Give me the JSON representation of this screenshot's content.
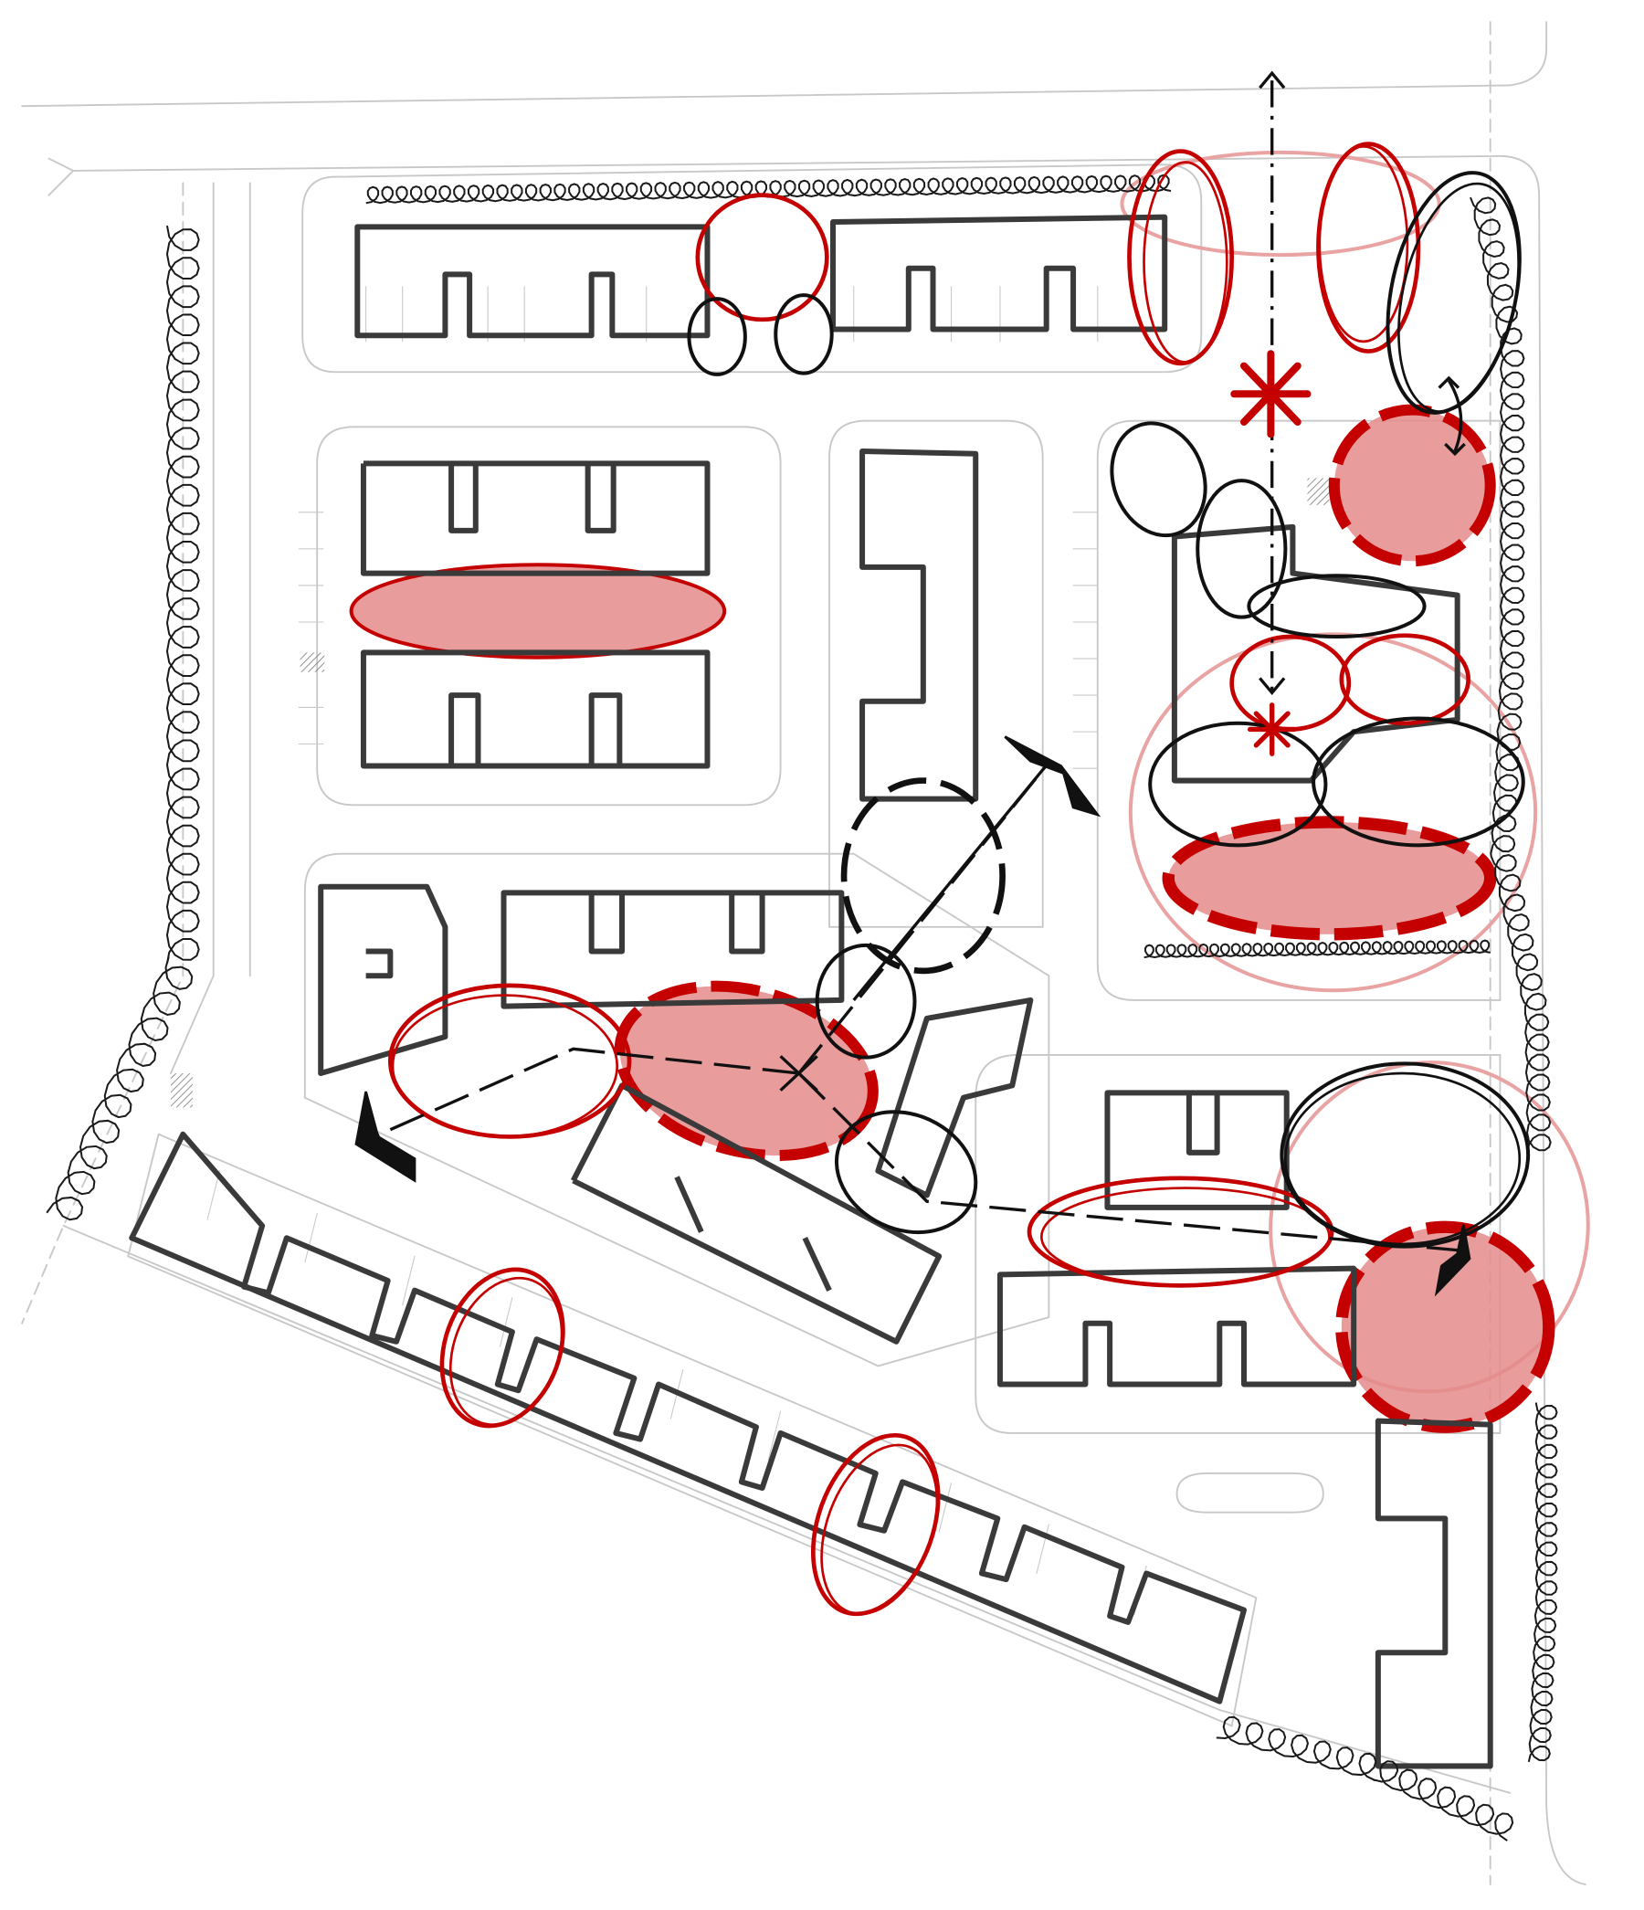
{
  "diagram": {
    "kind": "site-plan-diagram",
    "colors": {
      "background": "#ffffff",
      "context_lines": "#c8c8c8",
      "building_outline": "#3a3a3a",
      "hedge": "#1a1a1a",
      "accent_red": "#c40000",
      "accent_fill": "#e48b8b",
      "accent_faint": "#e9a3a3",
      "marker_black": "#111111"
    },
    "legend_text": "",
    "markers": {
      "hedges": 6,
      "buildings": 13,
      "red_filled_zones": 5,
      "red_outline_zones": 9,
      "black_outline_zones": 14,
      "arrows": 5,
      "star_symbols": 2
    }
  }
}
